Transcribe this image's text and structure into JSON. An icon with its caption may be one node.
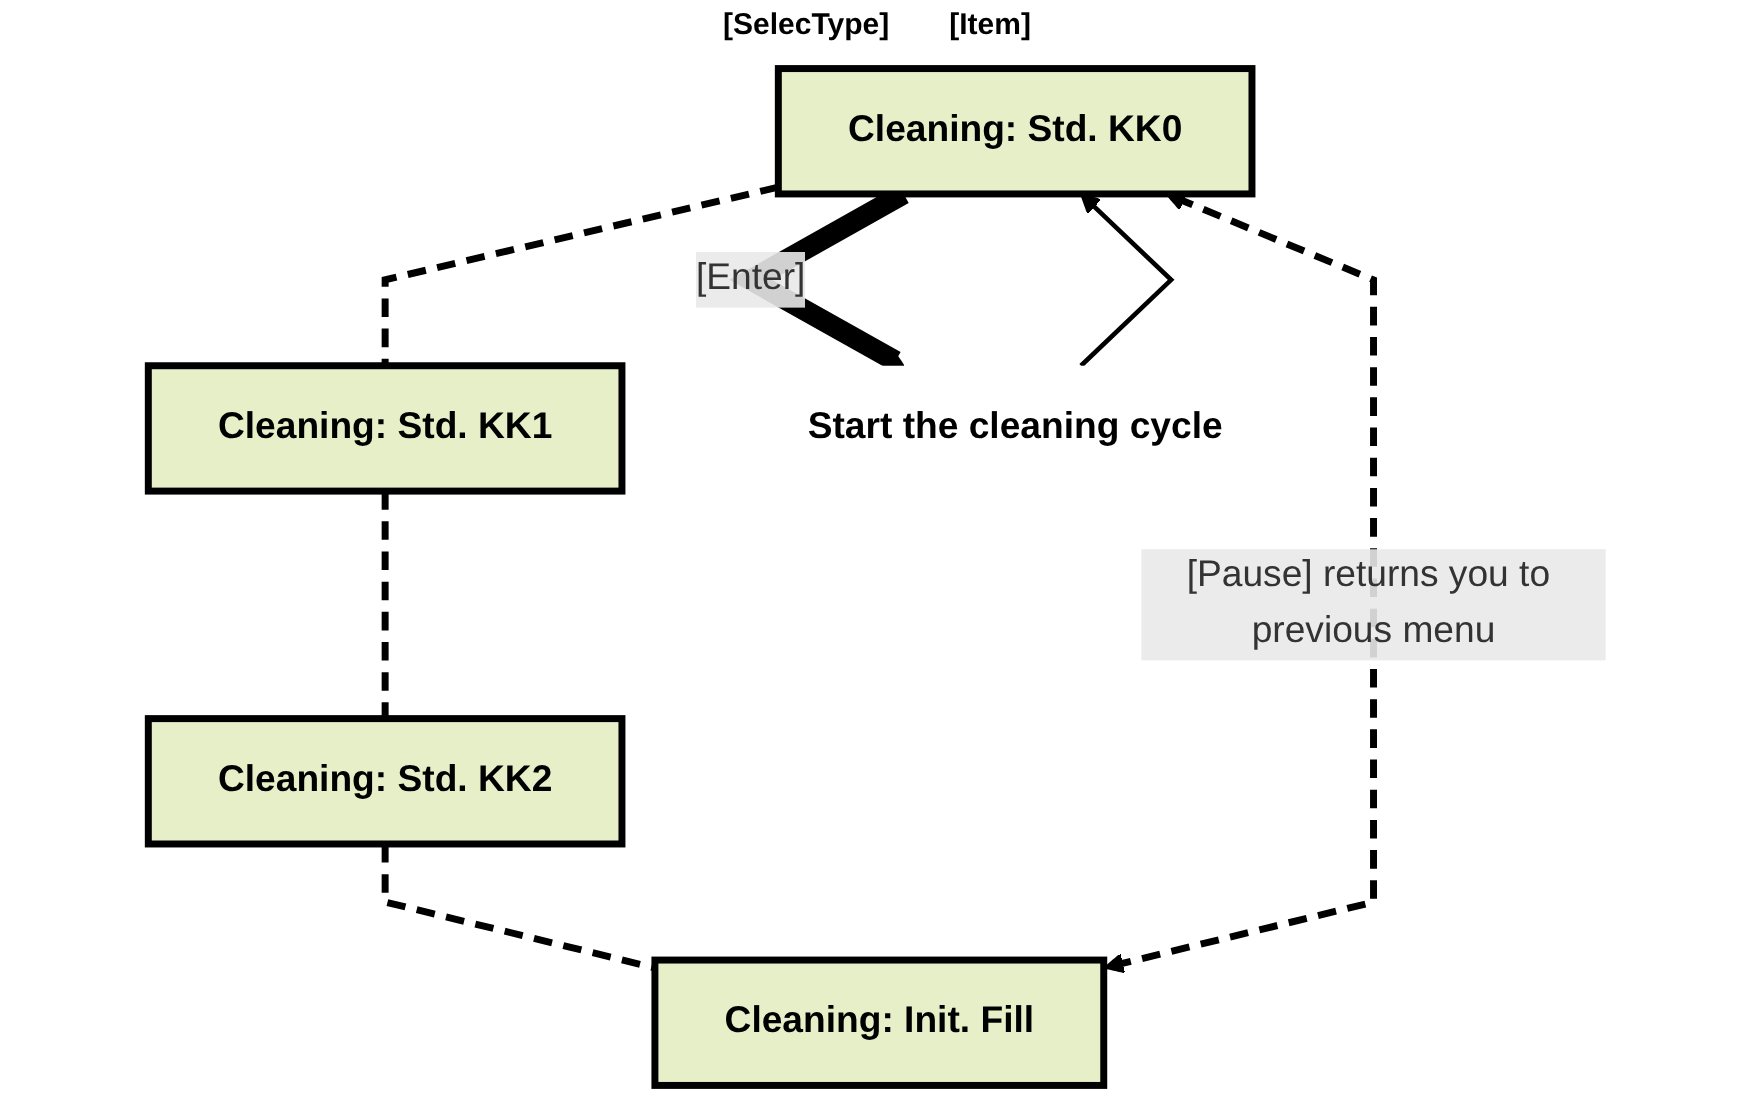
{
  "diagram": {
    "nodes": [
      {
        "text": [
          "Cleaning: Std. KK0"
        ]
      },
      {
        "text": [
          "Cleaning: Std. KK1"
        ]
      },
      {
        "text": [
          "Cleaning: Std. KK2"
        ]
      },
      {
        "text": [
          "Cleaning: Init. Fill"
        ]
      },
      {
        "text": [
          "Start the cleaning cycle"
        ]
      }
    ],
    "edges": [
      {
        "from": 0,
        "to": 1,
        "arrow": "none",
        "style": "dashed"
      },
      {
        "from": 1,
        "to": 2,
        "arrow": "none",
        "style": "dashed"
      },
      {
        "from": 2,
        "to": 3,
        "arrow": "none",
        "style": "dashed"
      },
      {
        "from": 3,
        "to": 0,
        "arrow": "both",
        "style": "dashed",
        "label": "[Pause] returns you to previous menu"
      },
      {
        "from": 0,
        "to": 4,
        "arrow": "to",
        "style": "thick",
        "label": "[Enter]"
      },
      {
        "from": 4,
        "to": 0,
        "arrow": "to"
      }
    ],
    "labels": [
      "[SelecType]",
      "[Item]"
    ]
  }
}
